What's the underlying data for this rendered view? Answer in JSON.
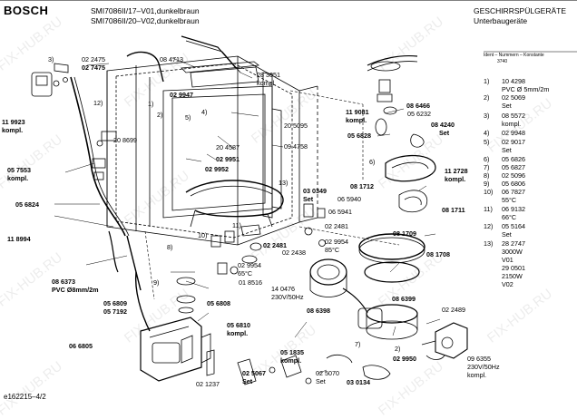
{
  "header": {
    "brand": "BOSCH",
    "models": [
      "SMI7086II/17–V01,dunkelbraun",
      "SMI7086II/20–V02,dunkelbraun"
    ],
    "category": "GESCHIRRSPÜLGERÄTE",
    "subcategory": "Unterbaugeräte",
    "ident_label": "Ident – Nummern – Konstante",
    "ident_value": "3740"
  },
  "footer": {
    "doc_id": "e162215–4/2"
  },
  "watermark": "FIX-HUB.RU",
  "right_panel": [
    {
      "ref": "1)",
      "text": "10 4298"
    },
    {
      "ref": "",
      "text": "PVC Ø 5mm/2m"
    },
    {
      "ref": "2)",
      "text": "02 5069"
    },
    {
      "ref": "",
      "text": "Set"
    },
    {
      "ref": "3)",
      "text": "08 5572"
    },
    {
      "ref": "",
      "text": "kompl."
    },
    {
      "ref": "4)",
      "text": "02 9948"
    },
    {
      "ref": "5)",
      "text": "02 9017"
    },
    {
      "ref": "",
      "text": "Set"
    },
    {
      "ref": "6)",
      "text": "05 6826"
    },
    {
      "ref": "7)",
      "text": "05 6827"
    },
    {
      "ref": "8)",
      "text": "02 5096"
    },
    {
      "ref": "9)",
      "text": "05 6806"
    },
    {
      "ref": "10)",
      "text": "06 7827"
    },
    {
      "ref": "",
      "text": "55°C"
    },
    {
      "ref": "11)",
      "text": "06 9132"
    },
    {
      "ref": "",
      "text": "66°C"
    },
    {
      "ref": "12)",
      "text": "05 5164"
    },
    {
      "ref": "",
      "text": "Set"
    },
    {
      "ref": "13)",
      "text": "28 2747"
    },
    {
      "ref": "",
      "text": "3000W"
    },
    {
      "ref": "",
      "text": "V01"
    },
    {
      "ref": "",
      "text": "29 0501"
    },
    {
      "ref": "",
      "text": "2150W"
    },
    {
      "ref": "",
      "text": "V02"
    }
  ],
  "labels": {
    "l_022475": "02 2475",
    "l_027475": "02 7475",
    "l_084713": "08 4713",
    "l_283051": "28 3051",
    "l_kompl_a": "kompl.",
    "l_029947": "02 9947",
    "l_119923": "11 9923",
    "l_kompl_b": "kompl.",
    "l_208699": "20 8699",
    "l_205095": "20 5095",
    "l_204587": "20 4587",
    "l_029951": "02 9951",
    "l_029952": "02 9952",
    "l_094758": "09 4758",
    "l_057553": "05 7553",
    "l_kompl_c": "kompl.",
    "l_056824": "05 6824",
    "l_118994": "11 8994",
    "l_086373": "08 6373",
    "l_pvc8": "PVC Ø8mm/2m",
    "l_056809": "05 6809",
    "l_057192": "05 7192",
    "l_056808": "05 6808",
    "l_056810": "05 6810",
    "l_kompl_d": "kompl.",
    "l_066805": "06 6805",
    "l_021237": "02 1237",
    "l_025067": "02 5067",
    "l_set_a": "Set",
    "l_051835": "05 1835",
    "l_kompl_e": "kompl.",
    "l_025070": "02 5070",
    "l_set_b": "Set",
    "l_030134": "03 0134",
    "l_029950": "02 9950",
    "l_096355": "09 6355",
    "l_230v_a": "230V/50Hz",
    "l_kompl_f": "kompl.",
    "l_022489": "02 2489",
    "l_086399": "08 6399",
    "l_086398": "08 6398",
    "l_140476": "14 0476",
    "l_230v_b": "230V/50Hz",
    "l_081708": "08 1708",
    "l_081709": "08 1709",
    "l_029954a": "02 9954",
    "l_85c": "85°C",
    "l_022481a": "02 2481",
    "l_022438": "02 2438",
    "l_029954b": "02 9954",
    "l_65c": "65°C",
    "l_018516": "01 8516",
    "l_022481b": "02 2481",
    "l_030349": "03 0349",
    "l_set_c": "Set",
    "l_065940": "06 5940",
    "l_065941": "06 5941",
    "l_081712": "08 1712",
    "l_081711": "08 1711",
    "l_112728": "11 2728",
    "l_kompl_g": "kompl.",
    "l_056828": "05 6828",
    "l_119081": "11 9081",
    "l_kompl_h": "kompl.",
    "l_086466": "08 6466",
    "l_056232": "05 6232",
    "l_084240": "08 4240",
    "l_set_d": "Set",
    "c_1": "1)",
    "c_2": "2)",
    "c_3": "3)",
    "c_4": "4)",
    "c_5": "5)",
    "c_6": "6)",
    "c_7": "7)",
    "c_8": "8)",
    "c_9": "9)",
    "c_10": "10)",
    "c_11": "11)",
    "c_12": "12)",
    "c_13": "13)"
  }
}
